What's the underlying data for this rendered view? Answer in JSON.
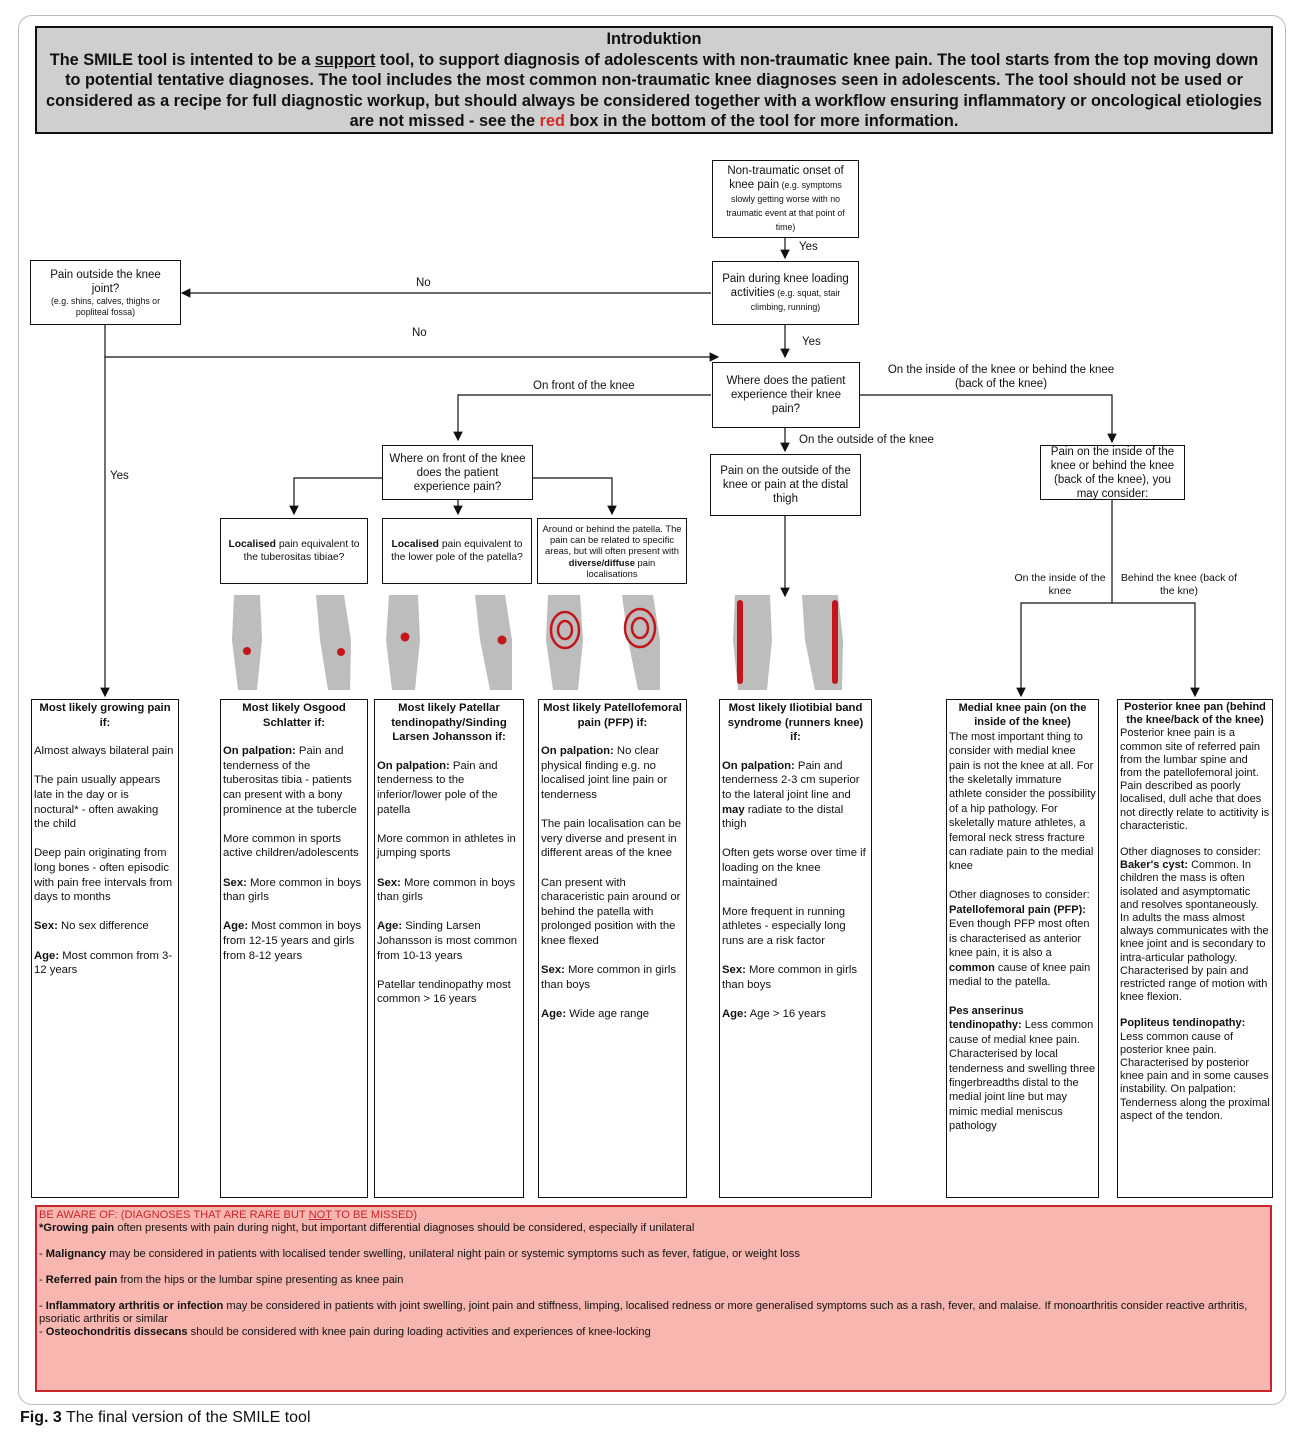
{
  "intro": {
    "heading": "Introduktion",
    "pre": "The SMILE tool is intented to be a ",
    "support": "support",
    "mid": " tool, to support diagnosis of adolescents with non-traumatic knee pain. The tool starts from the top moving down to potential tentative diagnoses. The tool includes the most common non-traumatic knee diagnoses seen in adolescents. The tool should not be used or considered as a recipe for full diagnostic workup, but should always be considered together with a workflow ensuring inflammatory or oncological etiologies are not missed - see the ",
    "red": "red",
    "post": " box in the bottom of the tool for more information."
  },
  "nodes": {
    "onset_main": "Non-traumatic onset of knee pain",
    "onset_small": " (e.g. symptoms slowly getting worse with no traumatic event at that point of time)",
    "loading_main": "Pain during knee loading activities",
    "loading_small": " (e.g. squat, stair climbing, running)",
    "outside_joint_main": "Pain outside the knee joint?",
    "outside_joint_small": "(e.g. shins, calves, thighs or popliteal fossa)",
    "where": "Where does the patient experience their knee pain?",
    "where_front": "Where on front of the knee does the patient experience pain?",
    "outside_knee": "Pain on the outside of the knee or pain at the distal thigh",
    "inside_knee": "Pain on the inside of the knee or behind the knee (back of the knee), you may consider:",
    "tub_b": "Localised",
    "tub_r": " pain equivalent to the tuberositas tibiae?",
    "pat_b": "Localised",
    "pat_r": " pain equivalent to the lower pole of the patella?",
    "diffuse_a": "Around or behind the patella. The pain can be related to specific areas, but will often present with ",
    "diffuse_b": "diverse/diffuse",
    "diffuse_c": " pain localisations"
  },
  "labels": {
    "yes1": "Yes",
    "no1": "No",
    "no2": "No",
    "yes2": "Yes",
    "yes3": "Yes",
    "front": "On front of the knee",
    "outside": "On the outside of the knee",
    "inside_behind": "On the inside of the knee or behind the knee (back of the knee)",
    "on_inside": "On the inside of the knee",
    "behind": "Behind the knee (back of the kne)"
  },
  "dx": {
    "growing": {
      "title": "Most likely growing pain if:",
      "p1": "Almost always bilateral pain",
      "p2": "The pain usually appears late in the day or is noctural* - often awaking the child",
      "p3": "Deep pain originating from long bones - often episodic with pain free intervals from days to months",
      "sex_l": "Sex:",
      "sex": " No sex difference",
      "age_l": "Age:",
      "age": " Most common from 3-12 years"
    },
    "osgood": {
      "title": "Most likely Osgood Schlatter if:",
      "palp_l": "On palpation:",
      "palp": " Pain and tenderness of the tuberositas tibia - patients can present with a bony prominence at the tubercle",
      "p2": "More common in sports active children/adolescents",
      "sex_l": "Sex:",
      "sex": " More common in boys than girls",
      "age_l": "Age:",
      "age": " Most common in boys from 12-15 years and girls from 8-12 years"
    },
    "patellar": {
      "title": "Most likely Patellar tendinopathy/Sinding Larsen Johansson if:",
      "palp_l": "On palpation:",
      "palp": " Pain and tenderness to the inferior/lower pole of the patella",
      "p2": "More common in athletes in jumping sports",
      "sex_l": "Sex:",
      "sex": " More common in boys than girls",
      "age_l": "Age:",
      "age": " Sinding Larsen Johansson is most common from 10-13 years",
      "p5": "Patellar tendinopathy most common > 16 years"
    },
    "pfp": {
      "title": "Most likely Patellofemoral pain (PFP) if:",
      "palp_l": "On palpation:",
      "palp": " No clear physical finding e.g. no localised joint line pain or tenderness",
      "p2": "The pain localisation can be very diverse and present in different areas of the knee",
      "p3": "Can present with characeristic pain around or behind the patella with prolonged position with the knee flexed",
      "sex_l": "Sex:",
      "sex": " More common in girls than boys",
      "age_l": "Age:",
      "age": " Wide age range"
    },
    "itb": {
      "title": "Most likely Iliotibial band syndrome (runners knee) if:",
      "palp_l": "On palpation:",
      "palp_a": " Pain and tenderness 2-3 cm superior to the lateral joint line and ",
      "may": "may",
      "palp_b": " radiate to the distal thigh",
      "p2": "Often gets worse over time if loading on the knee maintained",
      "p3": "More frequent in running athletes - especially long runs are a risk factor",
      "sex_l": "Sex:",
      "sex": " More common in girls than boys",
      "age_l": "Age:",
      "age": " Age > 16 years"
    },
    "medial": {
      "title": "Medial knee pain (on the inside of the knee)",
      "p1": "The most important thing to consider with medial knee pain is not the knee at all. For the skeletally immature athlete consider the possibility of a hip pathology. For skeletally mature athletes, a femoral neck stress fracture can radiate pain to the medial knee",
      "other": "Other diagnoses to consider:",
      "pfp_l": "Patellofemoral pain (PFP):",
      "pfp_a": " Even though PFP most often is characterised as anterior knee pain, it is also a ",
      "common": "common",
      "pfp_b": " cause of knee pain medial to the patella.",
      "pes_l": "Pes anserinus tendinopathy:",
      "pes": " Less common cause of medial knee pain. Characterised by local tenderness and swelling three fingerbreadths distal to the medial joint line but may mimic medial meniscus pathology"
    },
    "posterior": {
      "title": "Posterior knee pan (behind the knee/back of the knee)",
      "p1": "Posterior knee pain is a common site of referred pain from the lumbar spine and from the patellofemoral joint. Pain described as poorly localised, dull ache that does not directly relate to actitivity is characteristic.",
      "other": "Other diagnoses to consider:",
      "baker_l": "Baker's cyst:",
      "baker": " Common. In children the mass is often isolated and asymptomatic and resolves spontaneously. In adults the mass almost always communicates with the knee joint and is secondary to intra-articular pathology. Characterised by pain and restricted range of motion with knee flexion.",
      "pop_l": "Popliteus tendinopathy:",
      "pop": " Less common cause of posterior knee pain. Characterised by posterior knee pain and in some causes instability. On palpation: Tenderness along the proximal aspect of the tendon."
    }
  },
  "aware": {
    "title_a": "BE AWARE OF: (DIAGNOSES THAT ARE RARE BUT ",
    "title_not": "NOT",
    "title_b": " TO BE MISSED)",
    "l1_b": "*Growing pain",
    "l1": " often presents with pain during night, but important differential diagnoses should be considered, especially if unilateral",
    "l2_p": "- ",
    "l2_b": "Malignancy",
    "l2": " may be considered in patients with localised tender swelling, unilateral night pain or systemic symptoms such as fever, fatigue, or weight loss",
    "l3_p": "- ",
    "l3_b": "Referred pain",
    "l3": " from the hips or the lumbar spine presenting as knee pain",
    "l4_p": "- ",
    "l4_b": "Inflammatory arthritis or infection",
    "l4": " may be considered in patients with joint swelling, joint pain and stiffness, limping, localised redness or more generalised symptoms such as a rash, fever, and malaise. If monoarthritis consider reactive arthritis, psoriatic arthritis or similar",
    "l5_p": "- ",
    "l5_b": "Osteochondritis dissecans",
    "l5": " should be considered with knee pain during loading activities and experiences of knee-locking"
  },
  "caption": {
    "fig": "Fig. 3",
    "text": " The final version of the SMILE tool"
  },
  "colors": {
    "aware_bg": "#f7b7b0",
    "aware_border": "#c8262c",
    "intro_bg": "#cfcfcf",
    "pain_mark": "#c0161c",
    "leg": "#bdbdbd"
  }
}
